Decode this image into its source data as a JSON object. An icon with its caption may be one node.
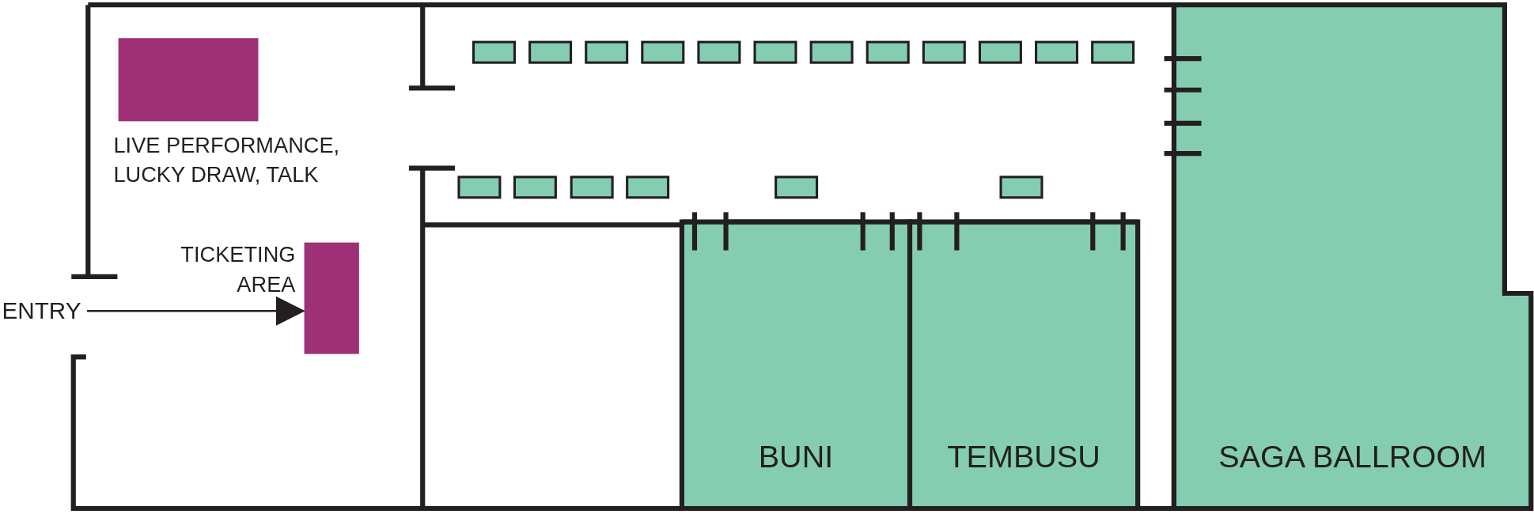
{
  "diagram": {
    "nodes": [
      {
        "text": [
          "ENTRY"
        ]
      },
      {
        "text": [],
        "shape": "box",
        "beside": [
          "LIVE PERFORMANCE, LUCKY DRAW, TALK"
        ]
      },
      {
        "text": [],
        "shape": "box",
        "beside": [
          "TICKETING AREA"
        ]
      },
      {
        "text": [
          "BUNI"
        ]
      },
      {
        "text": [
          "TEMBUSU"
        ]
      },
      {
        "text": [
          "SAGA BALLROOM"
        ]
      }
    ],
    "edges": [
      {
        "from": 0,
        "to": 2,
        "arrow": "to"
      }
    ]
  }
}
